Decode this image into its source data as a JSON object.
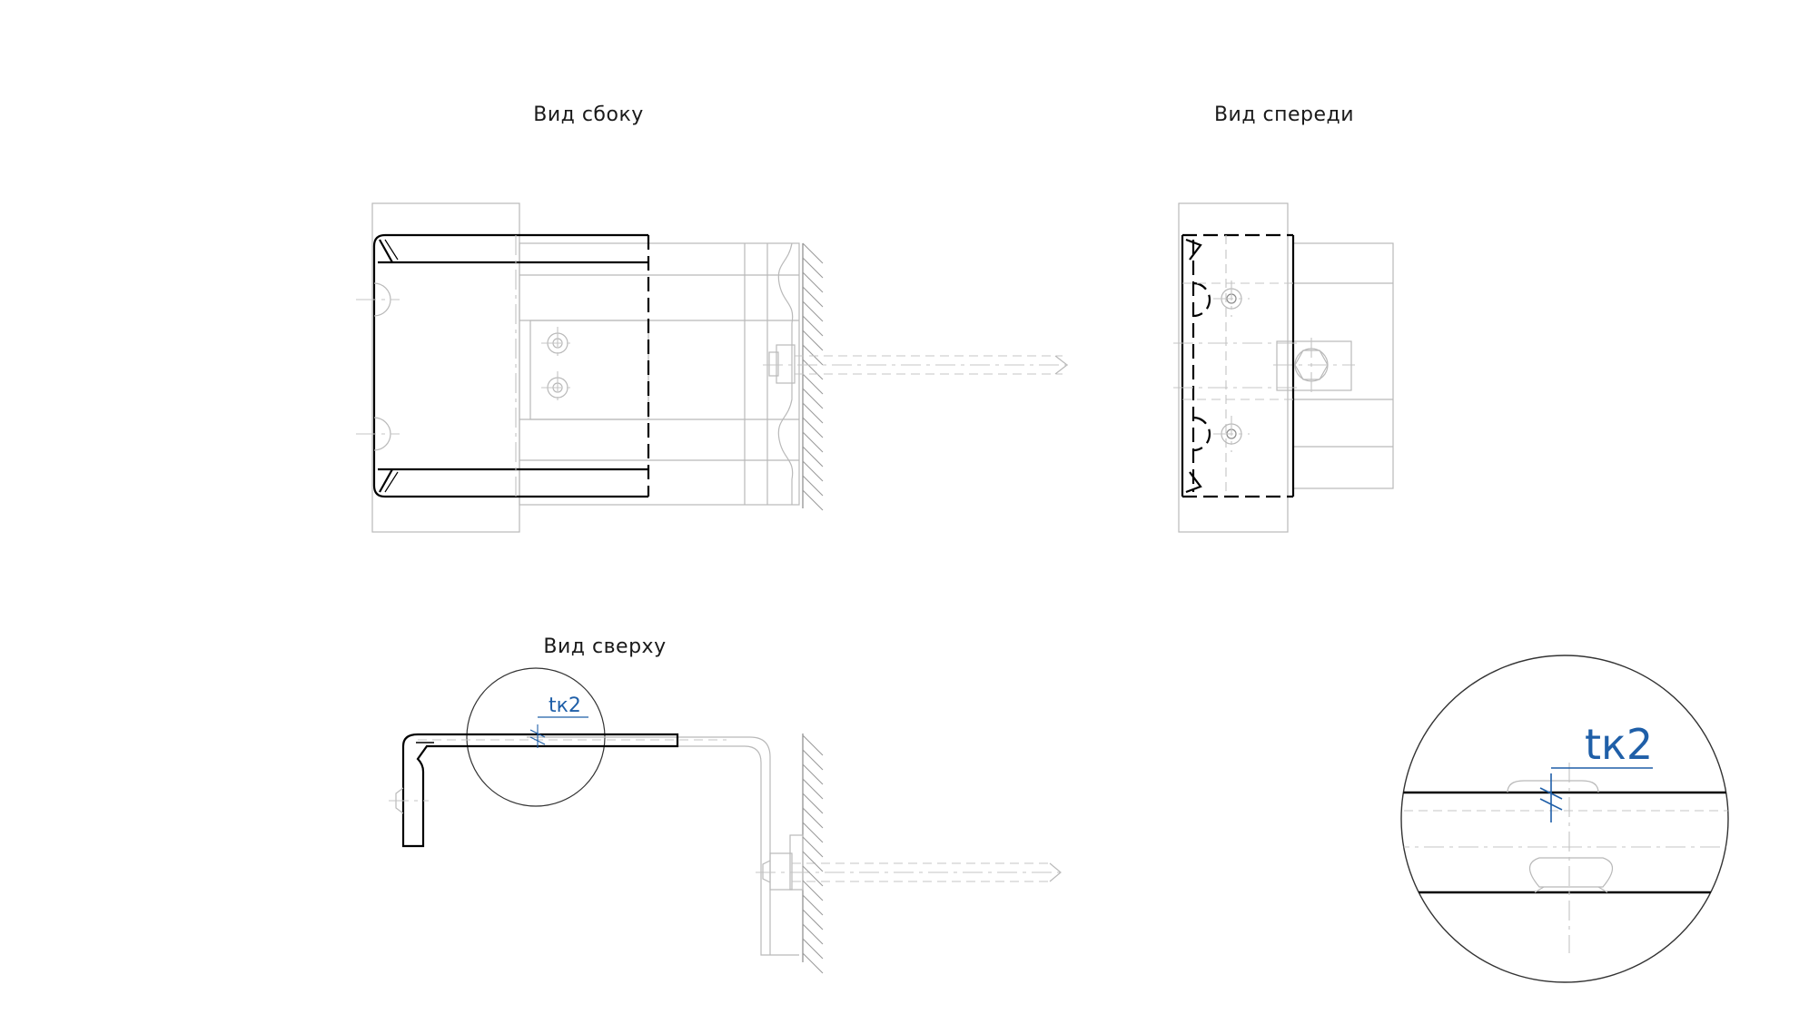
{
  "views": {
    "side_title": "Вид сбоку",
    "front_title": "Вид спереди",
    "top_title": "Вид сверху"
  },
  "callouts": {
    "small_tag": "tк2",
    "detail_tag": "tк2"
  },
  "colors": {
    "line_main": "#000000",
    "line_thin": "#b9b9b9",
    "annotation_blue": "#1f5fa8"
  }
}
